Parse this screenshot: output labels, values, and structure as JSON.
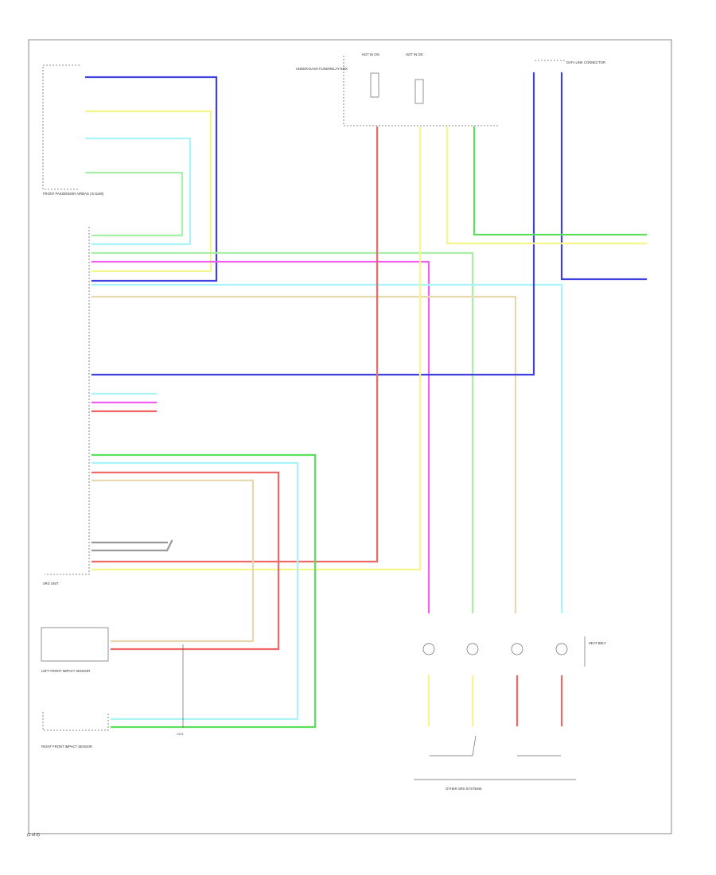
{
  "diagram": {
    "page_label": "(1 of 2)",
    "colors": {
      "BLU": "#4040e0",
      "YEL": "#f6f68a",
      "LT BLU": "#a8f4f8",
      "LT GRN": "#a8f0a8",
      "GRN": "#5ce05c",
      "PNK": "#f060f0",
      "RED": "#f06868",
      "BRN": "#e8d8b0",
      "GRY": "#9a9a9a"
    },
    "blocks": {
      "passenger_airbag": "FRONT PASSENGER AIRBAG (In Dash)",
      "srs_unit": "SRS UNIT",
      "left_impact": "LEFT FRONT IMPACT SENSOR",
      "right_impact": "RIGHT FRONT IMPACT SENSOR",
      "fuse_box": "UNDER-DASH FUSE/RELAY BOX",
      "fuse_a": "HOT IN ON",
      "fuse_b": "HOT IN ON",
      "dlc": "DATA LINK CONNECTOR",
      "seatbelt": "SEAT BELT",
      "other_srs": "OTHER SRS SYSTEMS",
      "ground_note": "G201"
    }
  }
}
